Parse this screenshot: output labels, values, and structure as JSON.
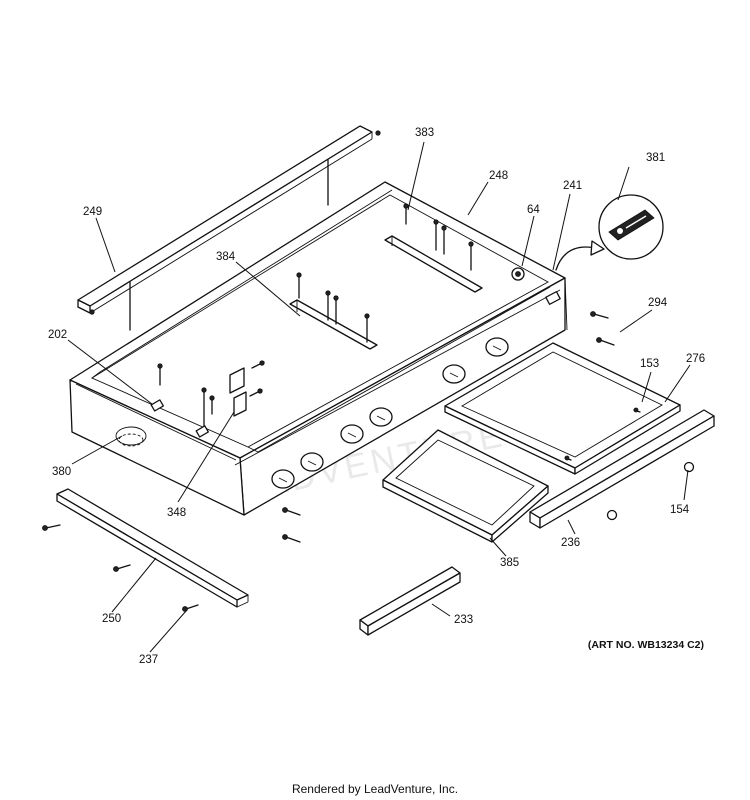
{
  "part_labels": {
    "p383": "383",
    "p381": "381",
    "p248": "248",
    "p241": "241",
    "p64": "64",
    "p249": "249",
    "p384": "384",
    "p294": "294",
    "p202": "202",
    "p153": "153",
    "p276": "276",
    "p380": "380",
    "p348": "348",
    "p154": "154",
    "p236": "236",
    "p385": "385",
    "p250": "250",
    "p233": "233",
    "p237": "237"
  },
  "watermark": "ADVENTURE",
  "art_number": "(ART NO. WB13234 C2)",
  "footer": "Rendered by LeadVenture, Inc."
}
